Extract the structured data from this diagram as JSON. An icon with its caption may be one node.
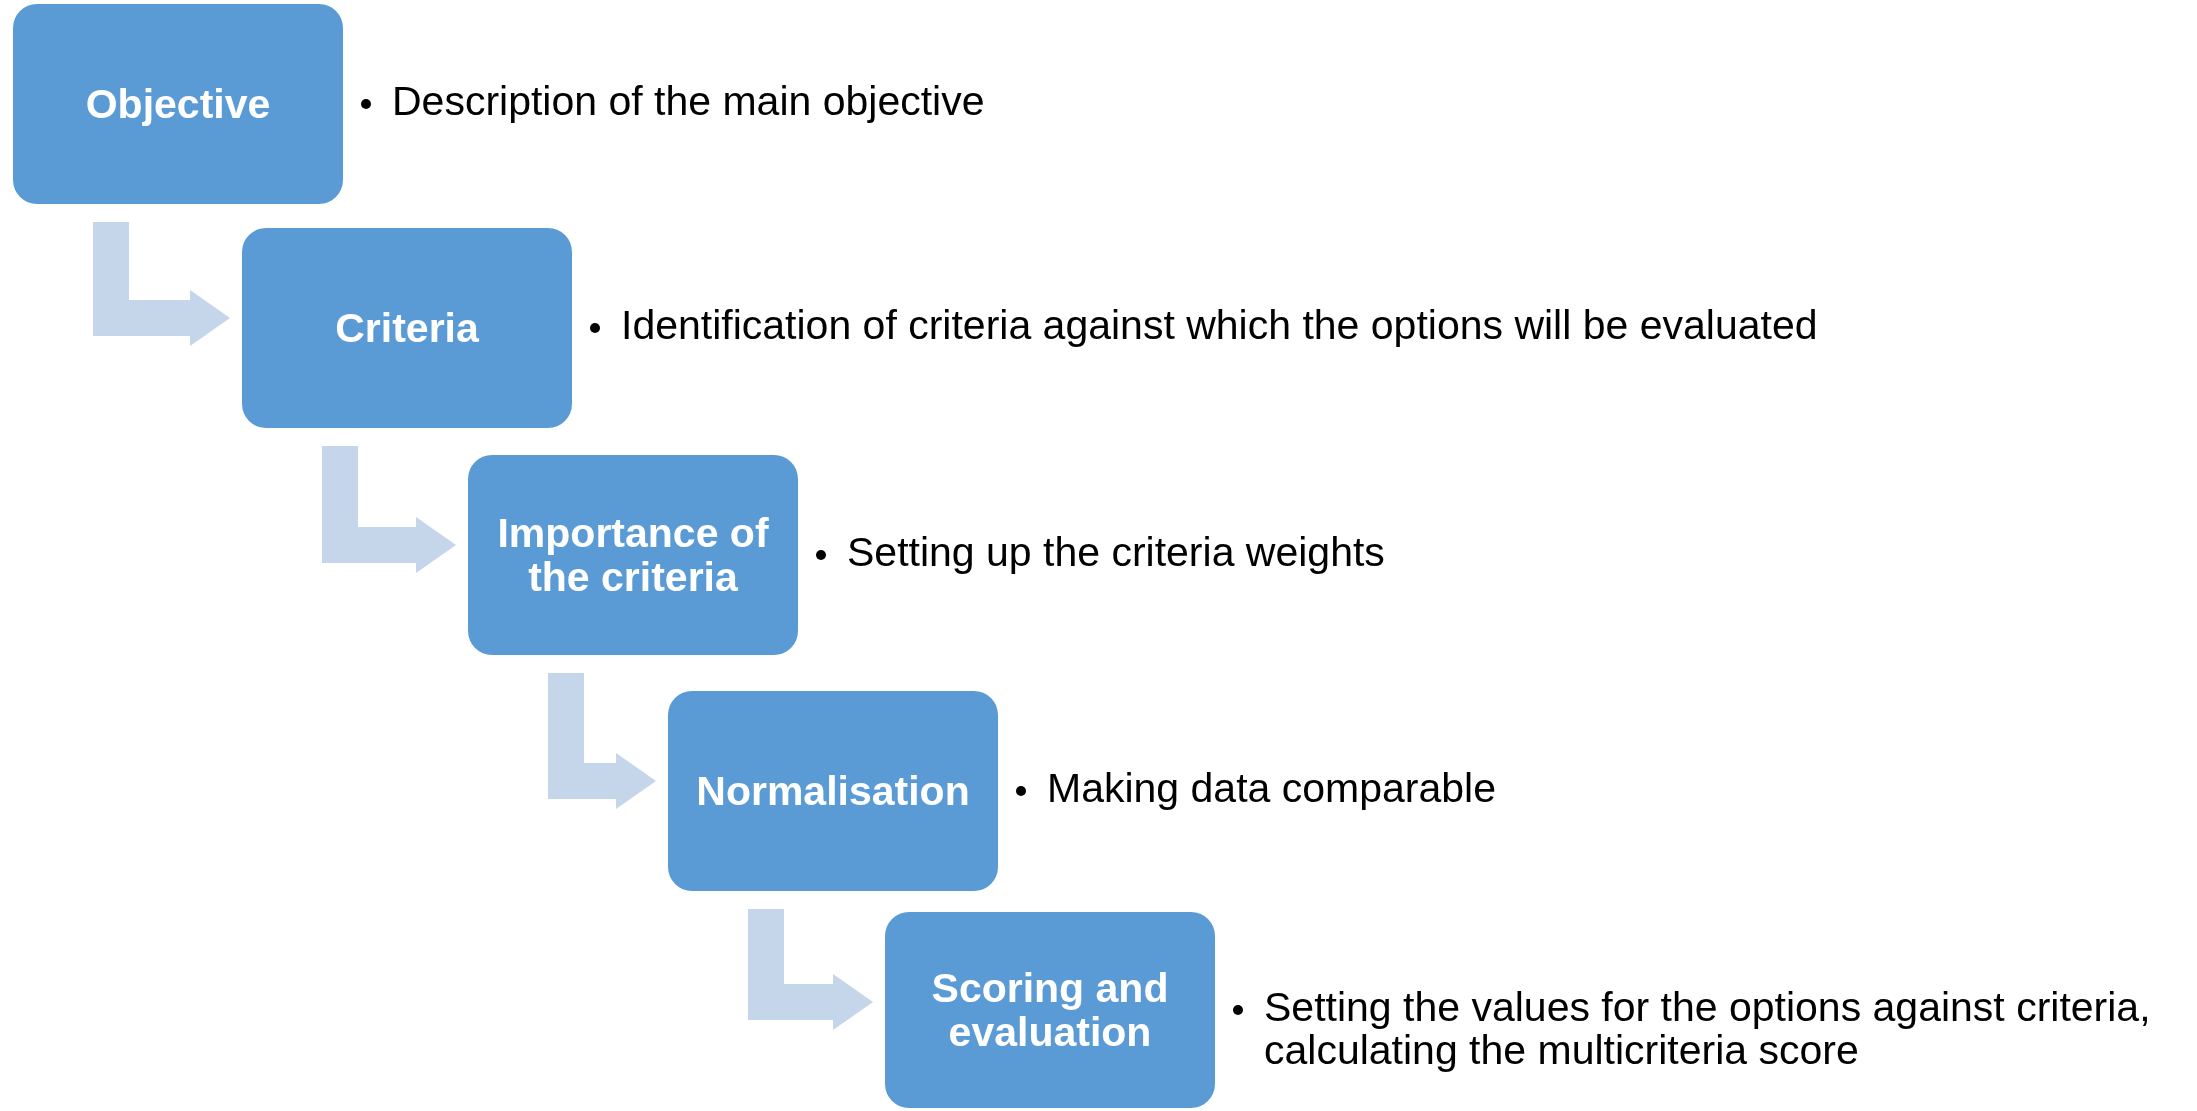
{
  "diagram": {
    "nodes": [
      {
        "text": [
          "Objective"
        ],
        "beside": [
          "Description of the main objective"
        ]
      },
      {
        "text": [
          "Criteria"
        ],
        "beside": [
          "Identification of criteria against which the options will be evaluated"
        ]
      },
      {
        "text": [
          "Importance of the criteria"
        ],
        "beside": [
          "Setting up the criteria weights"
        ]
      },
      {
        "text": [
          "Normalisation"
        ],
        "beside": [
          "Making data comparable"
        ]
      },
      {
        "text": [
          "Scoring and evaluation"
        ],
        "beside": [
          "Setting the values for the options against criteria, calculating the multicriteria score"
        ]
      }
    ],
    "edges": [
      {
        "from": 0,
        "to": 1,
        "arrow": "to"
      },
      {
        "from": 1,
        "to": 2,
        "arrow": "to"
      },
      {
        "from": 2,
        "to": 3,
        "arrow": "to"
      },
      {
        "from": 3,
        "to": 4,
        "arrow": "to"
      }
    ]
  }
}
